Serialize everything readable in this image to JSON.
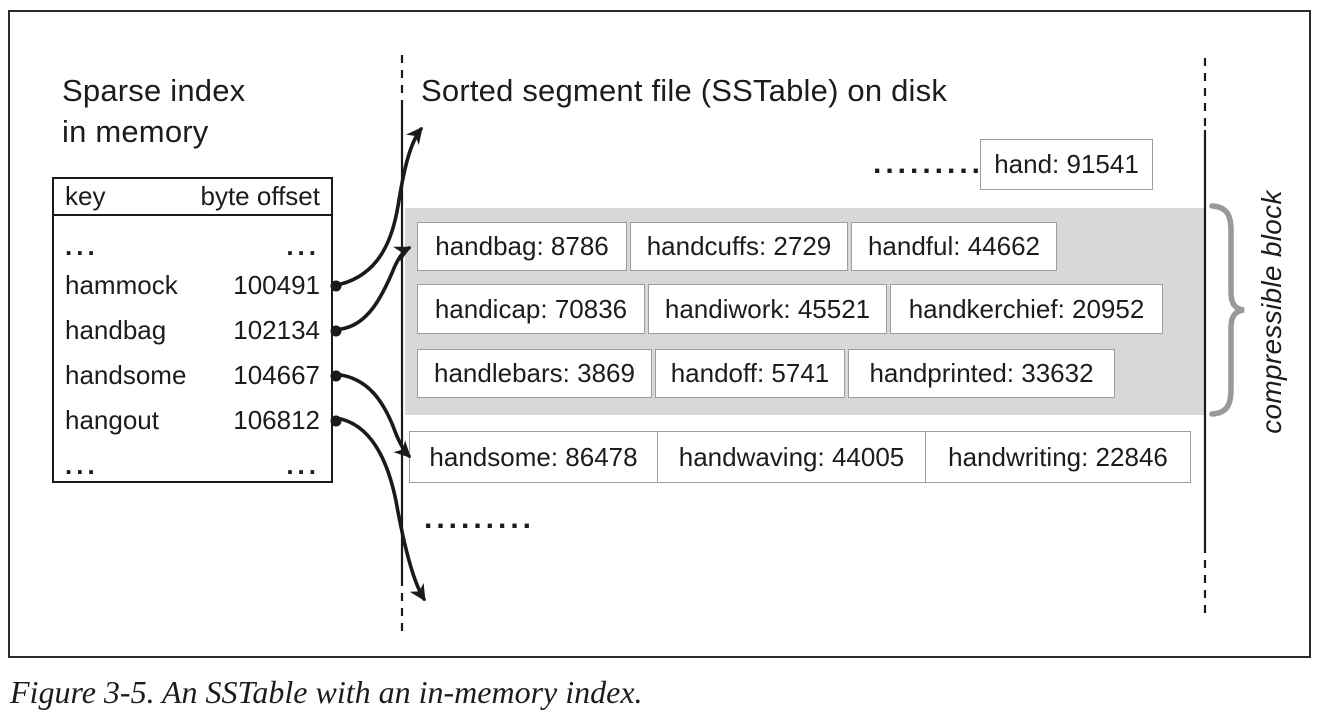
{
  "figure": {
    "caption": "Figure 3-5. An SSTable with an in-memory index."
  },
  "memory_index": {
    "title_line1": "Sparse index",
    "title_line2": "in memory",
    "columns": [
      "key",
      "byte offset"
    ],
    "rows": [
      {
        "key": "...",
        "offset": "..."
      },
      {
        "key": "hammock",
        "offset": "100491"
      },
      {
        "key": "handbag",
        "offset": "102134"
      },
      {
        "key": "handsome",
        "offset": "104667"
      },
      {
        "key": "hangout",
        "offset": "106812"
      },
      {
        "key": "...",
        "offset": "..."
      }
    ]
  },
  "sstable": {
    "title": "Sorted segment file (SSTable) on disk",
    "top_ellipsis": ".........",
    "top_entry": "hand: 91541",
    "block_rows": [
      [
        "handbag: 8786",
        "handcuffs: 2729",
        "handful: 44662"
      ],
      [
        "handicap: 70836",
        "handiwork: 45521",
        "handkerchief: 20952"
      ],
      [
        "handlebars: 3869",
        "handoff: 5741",
        "handprinted: 33632"
      ]
    ],
    "bottom_row": [
      "handsome: 86478",
      "handwaving: 44005",
      "handwriting: 22846"
    ],
    "bottom_ellipsis": "........."
  },
  "annotations": {
    "compressible_block": "compressible block"
  },
  "colors": {
    "text": "#1c1c1c",
    "frame_border": "#2b2b2b",
    "box_border": "#9e9e9e",
    "compressible_block_fill": "#d8d8d8",
    "brace": "#999999",
    "background": "#ffffff"
  }
}
